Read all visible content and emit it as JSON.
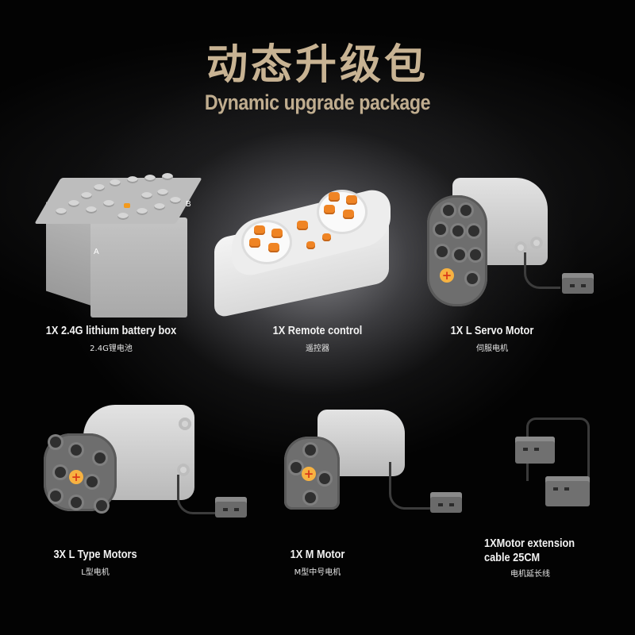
{
  "header": {
    "title_cn": "动态升级包",
    "title_en": "Dynamic upgrade package"
  },
  "colors": {
    "background": "#030303",
    "title": "#c8b393",
    "label": "#f2f2f2",
    "accent_orange": "#ef8424",
    "brick_light_gray": "#c4c4c4",
    "brick_dark_gray": "#6e6e6e"
  },
  "products": [
    {
      "label": "1X 2.4G lithium battery box",
      "sublabel": "2.4G锂电池",
      "image": "battery-box-image",
      "marks": [
        "A",
        "B"
      ]
    },
    {
      "label": "1X Remote control",
      "sublabel": "遥控器",
      "image": "remote-control-image"
    },
    {
      "label": "1X L Servo Motor",
      "sublabel": "伺服电机",
      "image": "servo-motor-image"
    },
    {
      "label": "3X L Type Motors",
      "sublabel": "L型电机",
      "image": "l-motor-image"
    },
    {
      "label": "1X M Motor",
      "sublabel": "M型中号电机",
      "image": "m-motor-image"
    },
    {
      "label_line1": "1XMotor extension",
      "label_line2": "cable 25CM",
      "sublabel": "电机延长线",
      "image": "extension-cable-image"
    }
  ]
}
